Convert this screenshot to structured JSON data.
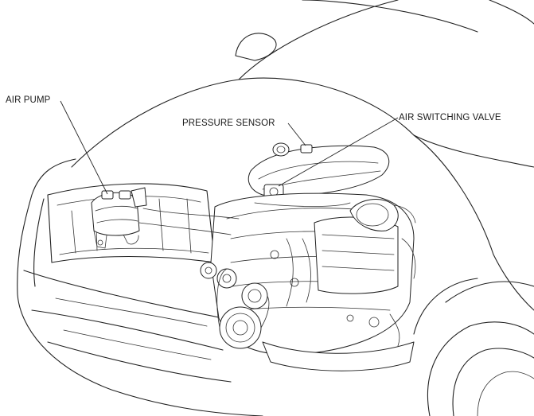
{
  "labels": {
    "air_pump": "AIR PUMP",
    "pressure_sensor": "PRESSURE SENSOR",
    "air_switching_valve": "AIR SWITCHING VALVE"
  },
  "colors": {
    "line": "#222222",
    "background": "#ffffff"
  }
}
